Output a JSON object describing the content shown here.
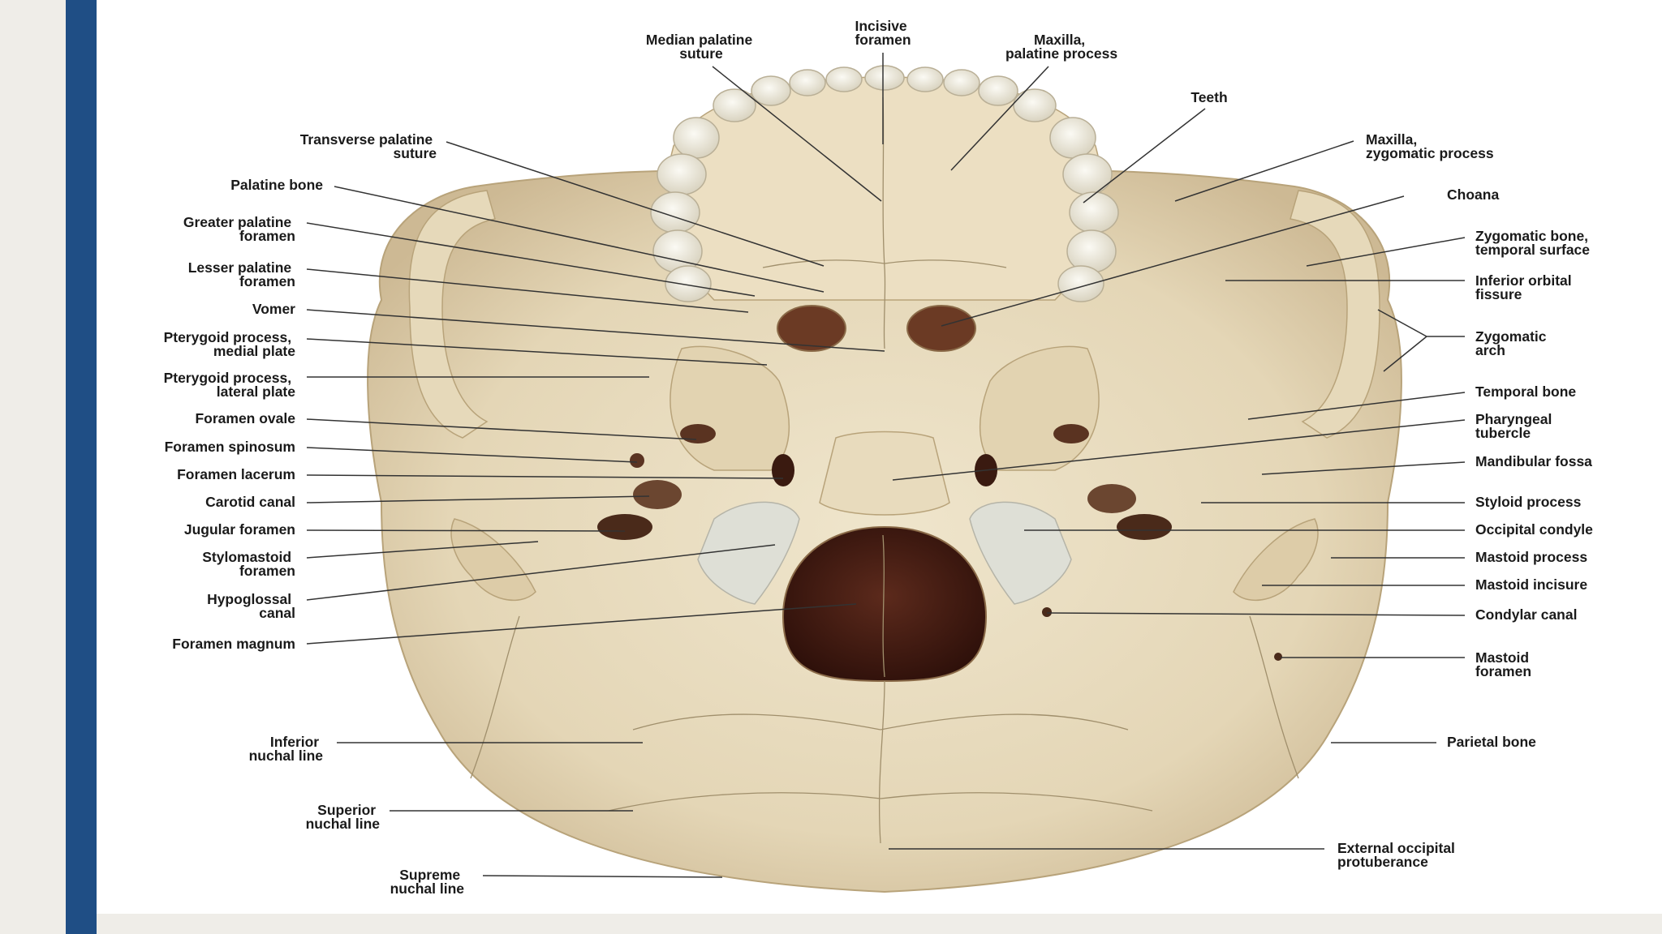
{
  "colors": {
    "accent_bar": "#1f4e85",
    "slide_bg": "#ffffff",
    "page_bg": "#efede8",
    "bone": "#e8dcc0",
    "bone_shadow": "#cdb994",
    "cartilage": "#dfe0d8",
    "cavity": "#4a1f14"
  },
  "labels": {
    "median_palatine_suture": [
      "Median palatine",
      "suture"
    ],
    "incisive_foramen": [
      "Incisive",
      "foramen"
    ],
    "maxilla_palatine_process": [
      "Maxilla,",
      "palatine process"
    ],
    "teeth": [
      "Teeth"
    ],
    "transverse_palatine_suture": [
      "Transverse palatine",
      "suture"
    ],
    "palatine_bone": [
      "Palatine bone"
    ],
    "greater_palatine_foramen": [
      "Greater palatine",
      "foramen"
    ],
    "lesser_palatine_foramen": [
      "Lesser palatine",
      "foramen"
    ],
    "vomer": [
      "Vomer"
    ],
    "pterygoid_medial_plate": [
      "Pterygoid process,",
      "medial plate"
    ],
    "pterygoid_lateral_plate": [
      "Pterygoid process,",
      "lateral plate"
    ],
    "foramen_ovale": [
      "Foramen ovale"
    ],
    "foramen_spinosum": [
      "Foramen spinosum"
    ],
    "foramen_lacerum": [
      "Foramen lacerum"
    ],
    "carotid_canal": [
      "Carotid canal"
    ],
    "jugular_foramen": [
      "Jugular foramen"
    ],
    "stylomastoid_foramen": [
      "Stylomastoid",
      "foramen"
    ],
    "hypoglossal_canal": [
      "Hypoglossal",
      "canal"
    ],
    "foramen_magnum": [
      "Foramen magnum"
    ],
    "inferior_nuchal_line": [
      "Inferior",
      "nuchal line"
    ],
    "superior_nuchal_line": [
      "Superior",
      "nuchal line"
    ],
    "supreme_nuchal_line": [
      "Supreme",
      "nuchal line"
    ],
    "maxilla_zygomatic_process": [
      "Maxilla,",
      "zygomatic process"
    ],
    "choana": [
      "Choana"
    ],
    "zygomatic_bone_temporal_surface": [
      "Zygomatic bone,",
      "temporal surface"
    ],
    "inferior_orbital_fissure": [
      "Inferior orbital",
      "fissure"
    ],
    "zygomatic_arch": [
      "Zygomatic",
      "arch"
    ],
    "temporal_bone": [
      "Temporal bone"
    ],
    "pharyngeal_tubercle": [
      "Pharyngeal",
      "tubercle"
    ],
    "mandibular_fossa": [
      "Mandibular fossa"
    ],
    "styloid_process": [
      "Styloid process"
    ],
    "occipital_condyle": [
      "Occipital condyle"
    ],
    "mastoid_process": [
      "Mastoid process"
    ],
    "mastoid_incisure": [
      "Mastoid incisure"
    ],
    "condylar_canal": [
      "Condylar canal"
    ],
    "mastoid_foramen": [
      "Mastoid",
      "foramen"
    ],
    "parietal_bone": [
      "Parietal bone"
    ],
    "external_occipital_protuberance": [
      "External occipital",
      "protuberance"
    ]
  }
}
